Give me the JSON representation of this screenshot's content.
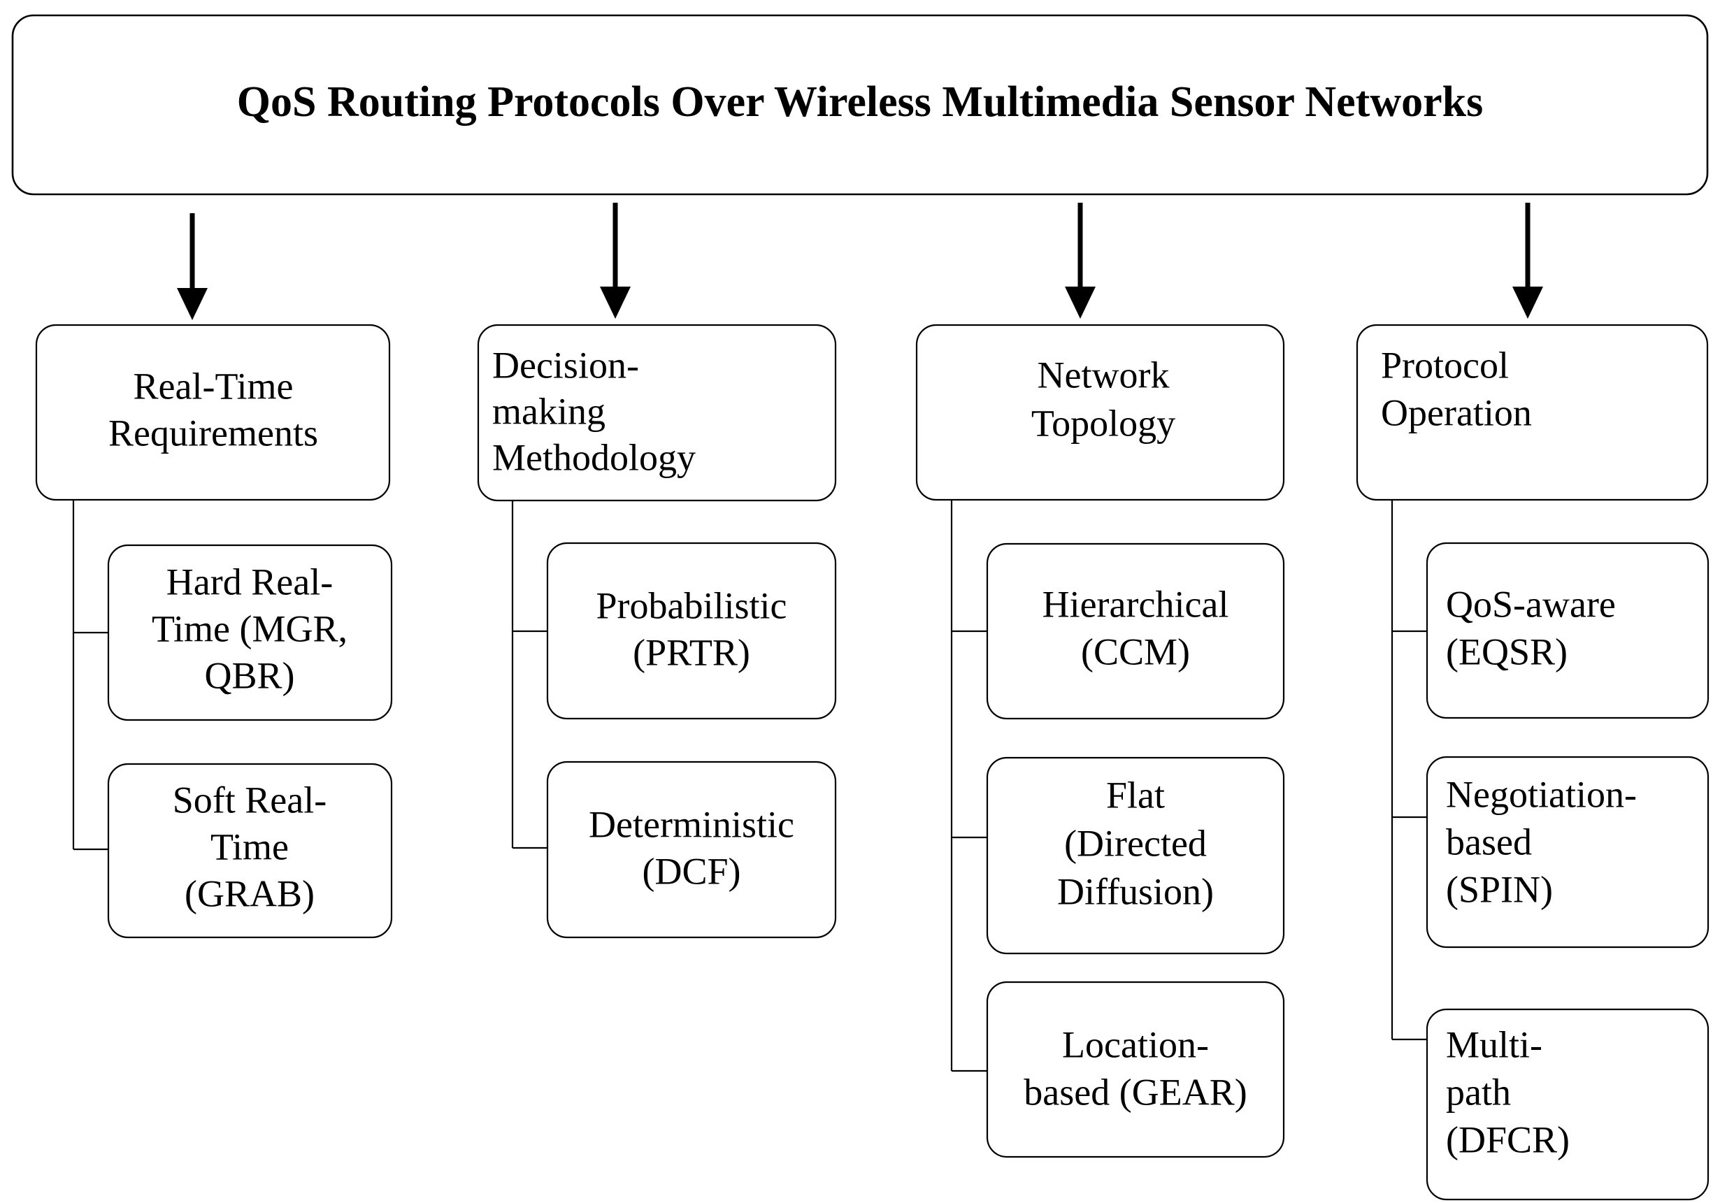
{
  "diagram": {
    "title": "QoS Routing Protocols Over Wireless Multimedia Sensor Networks",
    "root_node": {
      "label": "QoS Routing Protocols Over Wireless Multimedia Sensor Networks"
    },
    "branches": [
      {
        "id": "real-time-requirements",
        "label": "Real-Time Requirements",
        "label_lines": [
          "Real-Time",
          "Requirements"
        ],
        "align": "center",
        "children": [
          {
            "id": "hard-real-time",
            "label": "Hard Real-Time (MGR, QBR)",
            "label_lines": [
              "Hard Real-",
              "Time (MGR,",
              "QBR)"
            ],
            "align": "center"
          },
          {
            "id": "soft-real-time",
            "label": "Soft Real-Time (GRAB)",
            "label_lines": [
              "Soft Real-",
              "Time",
              "(GRAB)"
            ],
            "align": "center"
          }
        ]
      },
      {
        "id": "decision-making-methodology",
        "label": "Decision-making Methodology",
        "label_lines": [
          "Decision-",
          "making",
          "Methodology"
        ],
        "align": "left",
        "children": [
          {
            "id": "probabilistic",
            "label": "Probabilistic (PRTR)",
            "label_lines": [
              "Probabilistic",
              "(PRTR)"
            ],
            "align": "center"
          },
          {
            "id": "deterministic",
            "label": "Deterministic (DCF)",
            "label_lines": [
              "Deterministic",
              "(DCF)"
            ],
            "align": "center"
          }
        ]
      },
      {
        "id": "network-topology",
        "label": "Network Topology",
        "label_lines": [
          "Network",
          "Topology"
        ],
        "align": "center",
        "children": [
          {
            "id": "hierarchical",
            "label": "Hierarchical (CCM)",
            "label_lines": [
              "Hierarchical",
              "(CCM)"
            ],
            "align": "center"
          },
          {
            "id": "flat",
            "label": "Flat (Directed Diffusion)",
            "label_lines": [
              "Flat",
              "(Directed",
              "Diffusion)"
            ],
            "align": "center"
          },
          {
            "id": "location-based",
            "label": "Location-based (GEAR)",
            "label_lines": [
              "Location-",
              "based (GEAR)"
            ],
            "align": "center"
          }
        ]
      },
      {
        "id": "protocol-operation",
        "label": "Protocol Operation",
        "label_lines": [
          "Protocol",
          "Operation"
        ],
        "align": "left",
        "children": [
          {
            "id": "qos-aware",
            "label": "QoS-aware (EQSR)",
            "label_lines": [
              "QoS-aware",
              "(EQSR)"
            ],
            "align": "left"
          },
          {
            "id": "negotiation-based",
            "label": "Negotiation-based (SPIN)",
            "label_lines": [
              "Negotiation-",
              "based",
              "(SPIN)"
            ],
            "align": "left"
          },
          {
            "id": "multi-path",
            "label": "Multi-path (DFCR)",
            "label_lines": [
              "Multi-",
              "path",
              "(DFCR)"
            ],
            "align": "left"
          }
        ]
      }
    ],
    "colors": {
      "stroke": "#000000",
      "fill": "#ffffff",
      "text": "#000000"
    }
  }
}
